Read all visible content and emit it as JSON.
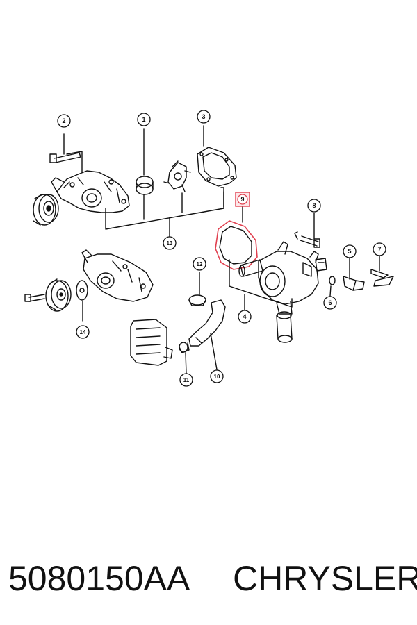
{
  "callouts": [
    {
      "id": "c1",
      "label": "1",
      "highlighted": false
    },
    {
      "id": "c2",
      "label": "2",
      "highlighted": false
    },
    {
      "id": "c3",
      "label": "3",
      "highlighted": false
    },
    {
      "id": "c4",
      "label": "4",
      "highlighted": false
    },
    {
      "id": "c5",
      "label": "5",
      "highlighted": false
    },
    {
      "id": "c6",
      "label": "6",
      "highlighted": false
    },
    {
      "id": "c7",
      "label": "7",
      "highlighted": false
    },
    {
      "id": "c8",
      "label": "8",
      "highlighted": false
    },
    {
      "id": "c9",
      "label": "9",
      "highlighted": true
    },
    {
      "id": "c10",
      "label": "10",
      "highlighted": false
    },
    {
      "id": "c11",
      "label": "11",
      "highlighted": false
    },
    {
      "id": "c12",
      "label": "12",
      "highlighted": false
    },
    {
      "id": "c13",
      "label": "13",
      "highlighted": false
    },
    {
      "id": "c14",
      "label": "14",
      "highlighted": false
    }
  ],
  "caption": {
    "part_number": "5080150AA",
    "brand": "CHRYSLER"
  },
  "colors": {
    "line": "#111111",
    "highlight": "#e0404f",
    "highlight_fill": "#fde8ea"
  }
}
